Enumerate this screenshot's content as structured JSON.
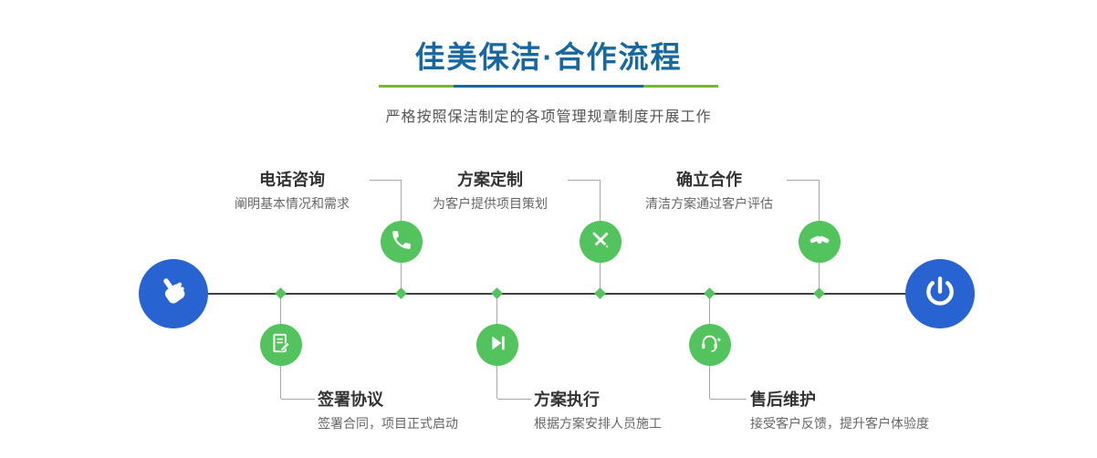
{
  "header": {
    "title": "佳美保洁·合作流程",
    "subtitle": "严格按照保洁制定的各项管理规章制度开展工作"
  },
  "colors": {
    "title_blue": "#16689f",
    "divider_green": "#79b72d",
    "endpoint_blue": "#2764d2",
    "step_green": "#53c35d",
    "line_dark": "#404040",
    "connector_gray": "#a9a9a9"
  },
  "timeline": {
    "start_icon": "hand-pointer-icon",
    "end_icon": "power-icon",
    "steps_top": [
      {
        "title": "电话咨询",
        "desc": "阐明基本情况和需求",
        "icon": "phone-icon"
      },
      {
        "title": "方案定制",
        "desc": "为客户提供项目策划",
        "icon": "design-tools-icon"
      },
      {
        "title": "确立合作",
        "desc": "清洁方案通过客户评估",
        "icon": "handshake-icon"
      }
    ],
    "steps_bottom": [
      {
        "title": "签署协议",
        "desc": "签署合同，项目正式启动",
        "icon": "contract-icon"
      },
      {
        "title": "方案执行",
        "desc": "根据方案安排人员施工",
        "icon": "play-icon"
      },
      {
        "title": "售后维护",
        "desc": "接受客户反馈，提升客户体验度",
        "icon": "headset-icon"
      }
    ]
  }
}
